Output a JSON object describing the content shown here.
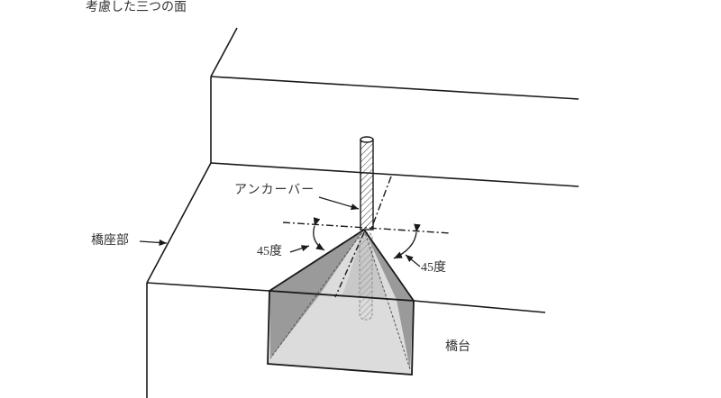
{
  "figure": {
    "title": "考慮した三つの面",
    "labels": {
      "anchor_bar": "アンカーバー",
      "bridge_seat": "橋座部",
      "angle_left": "45度",
      "angle_right": "45度",
      "abutment": "橋台"
    },
    "angle_value_deg": 45,
    "colors": {
      "line": "#1a1a1a",
      "dark_face": "#9a9a9a",
      "light_face": "#dcdcdc",
      "mid_face": "#b8b8b8",
      "background": "#ffffff"
    }
  }
}
